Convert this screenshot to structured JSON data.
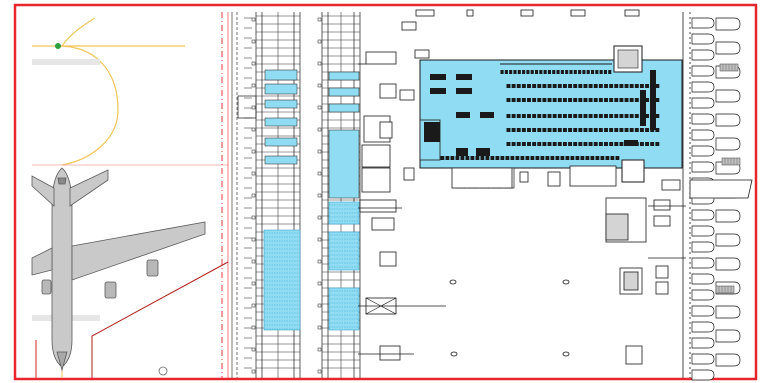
{
  "diagram": {
    "type": "airport cargo terminal layout plan",
    "border_color": "#e8252b",
    "colors": {
      "highlight_fill": "#8fdcf3",
      "highlight_dark": "#3fa9cf",
      "line": "#1a1a1a",
      "taxi_guide": "#f1c55a",
      "aircraft": "#c9c9c9",
      "aircraft_edge": "#5a5a5a",
      "apron_marking": "#d9261c",
      "nav_light": "#2e9e3c"
    },
    "components": {
      "aircraft": "wide-body-aircraft-icon",
      "building": "cargo-terminal-building",
      "storage": "storage-rack-zone",
      "doors": "loading-dock-doors",
      "trucks": "truck-trailer-icons"
    }
  }
}
